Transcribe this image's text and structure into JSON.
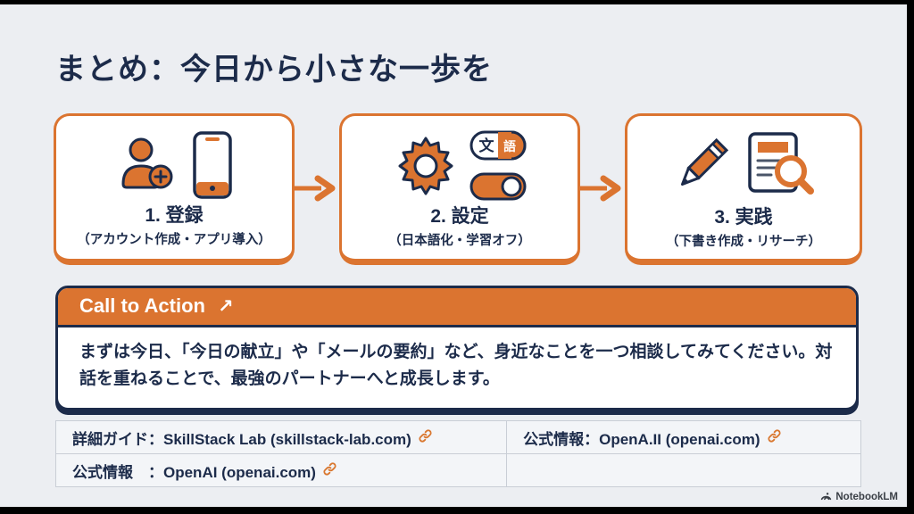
{
  "title": "まとめ：今日から小さな一歩を",
  "steps": [
    {
      "label": "1. 登録",
      "sub": "（アカウント作成・アプリ導入）"
    },
    {
      "label": "2. 設定",
      "sub": "（日本語化・学習オフ）"
    },
    {
      "label": "3. 実践",
      "sub": "（下書き作成・リサーチ）"
    }
  ],
  "cta": {
    "header": "Call to Action",
    "arrow": "↗",
    "body": "まずは今日、「今日の献立」や「メールの要約」など、身近なことを一つ相談してみてください。対話を重ねることで、最強のパートナーへと成長します。"
  },
  "links_table": {
    "rows": [
      {
        "cells": [
          {
            "text": "詳細ガイド：SkillStack Lab (skillstack-lab.com)",
            "link": true
          },
          {
            "text": "公式情報：OpenA.II (openai.com)",
            "link": true
          }
        ]
      },
      {
        "cells": [
          {
            "text": "公式情報　：OpenAI (openai.com)",
            "link": true
          },
          {
            "text": "",
            "link": false
          }
        ]
      }
    ]
  },
  "icons": {
    "translate_left": "文",
    "translate_right": "語",
    "link_icon": "link-icon",
    "arrow_icon": "right-arrow-icon"
  },
  "colors": {
    "orange": "#DB7430",
    "navy": "#1C2B4A",
    "background": "#ECEEF2",
    "white": "#FFFFFF"
  },
  "footer": {
    "brand": "NotebookLM"
  }
}
